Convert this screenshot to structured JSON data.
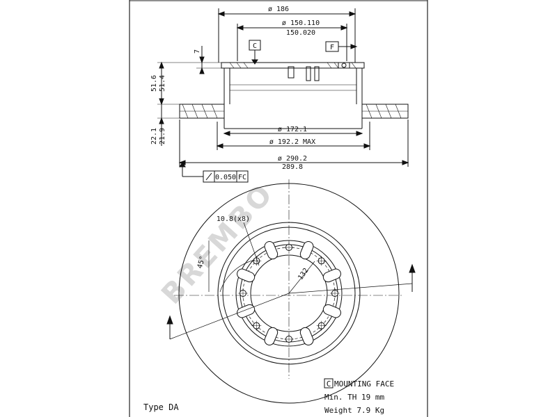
{
  "brand_watermark": "BREMBO",
  "section_view": {
    "dia_top": "ø 186",
    "dia_bore_max": "ø 150.110",
    "dia_bore_min": "150.020",
    "datum_c": "C",
    "datum_f": "F",
    "flange_thk": "7",
    "height_max": "51.6",
    "height_min": "51.4",
    "hat_thk_max": "22.1",
    "hat_thk_min": "21.9",
    "dia_inner": "ø 172.1",
    "dia_inner_max": "ø 192.2 MAX",
    "dia_outer_max": "ø 290.2",
    "dia_outer_min": "289.8",
    "runout_tol": "0.050",
    "runout_ref": "FC"
  },
  "front_view": {
    "hole_callout": "10.8(x8)",
    "angle": "45°",
    "pcd": "132"
  },
  "notes": {
    "mounting_marker": "C",
    "mounting_face": "MOUNTING FACE",
    "min_th": "Min. TH 19  mm",
    "weight": "Weight 7.9 Kg"
  },
  "type_label": "Type DA"
}
